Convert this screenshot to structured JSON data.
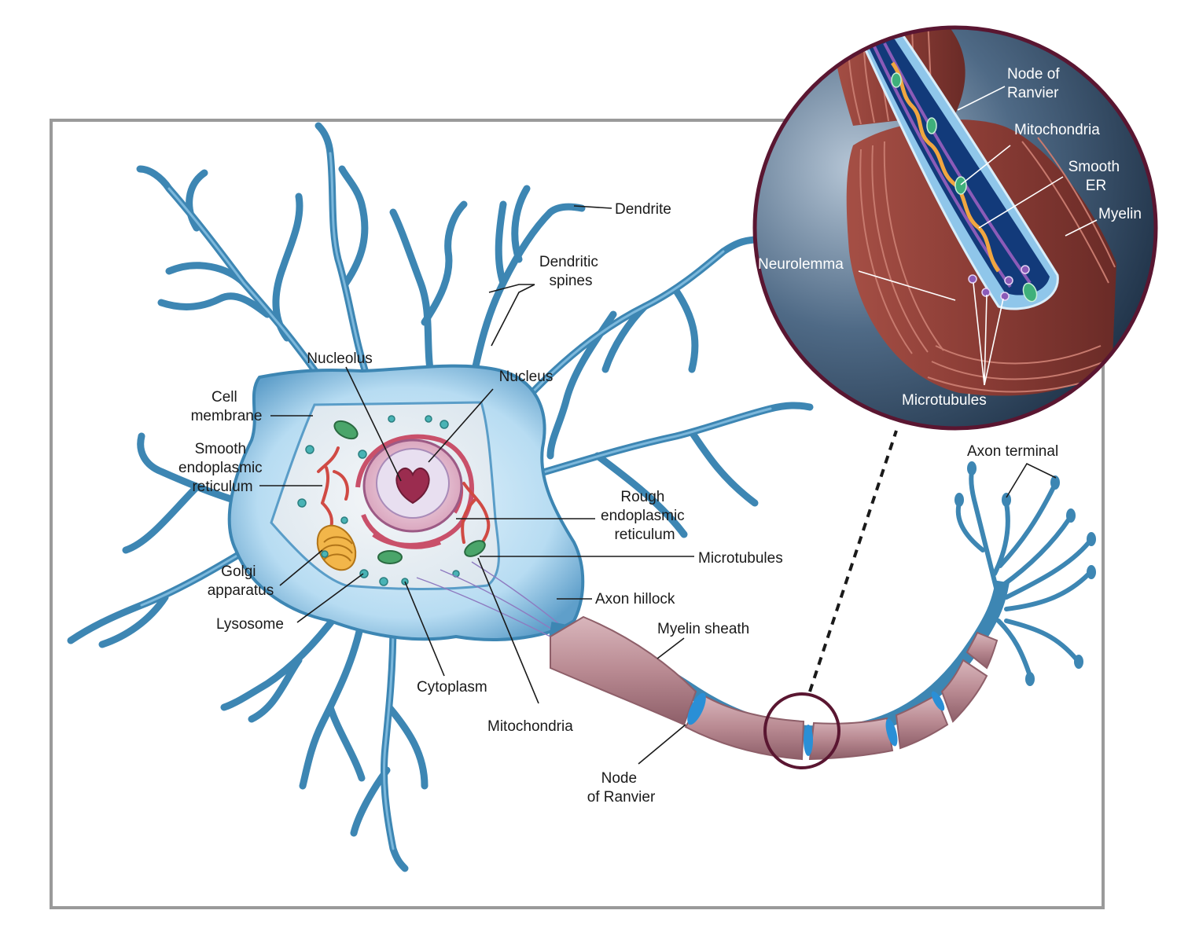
{
  "labels": {
    "dendrite": "Dendrite",
    "dendritic_spines": [
      "Dendritic",
      "spines"
    ],
    "nucleolus": "Nucleolus",
    "nucleus": "Nucleus",
    "cell_membrane": [
      "Cell",
      "membrane"
    ],
    "smooth_er": [
      "Smooth",
      "endoplasmic",
      "reticulum"
    ],
    "rough_er": [
      "Rough",
      "endoplasmic",
      "reticulum"
    ],
    "microtubules": "Microtubules",
    "golgi": [
      "Golgi",
      "apparatus"
    ],
    "lysosome": "Lysosome",
    "axon_hillock": "Axon hillock",
    "myelin_sheath": "Myelin sheath",
    "cytoplasm": "Cytoplasm",
    "mitochondria": "Mitochondria",
    "node_of_ranvier": [
      "Node",
      "of Ranvier"
    ],
    "axon_terminal": "Axon terminal"
  },
  "inset": {
    "node_of_ranvier": [
      "Node of",
      "Ranvier"
    ],
    "mitochondria": "Mitochondria",
    "smooth_er": [
      "Smooth",
      "ER"
    ],
    "myelin": "Myelin",
    "neurolemma": "Neurolemma",
    "microtubules": "Microtubules"
  },
  "colors": {
    "dendrite": "#3d86b3",
    "cell_body": "#a9d4ef",
    "myelin": "#b98a92",
    "node": "#2a8fd6",
    "inset_ring": "#5a1631",
    "frame": "#9a9a9a"
  }
}
